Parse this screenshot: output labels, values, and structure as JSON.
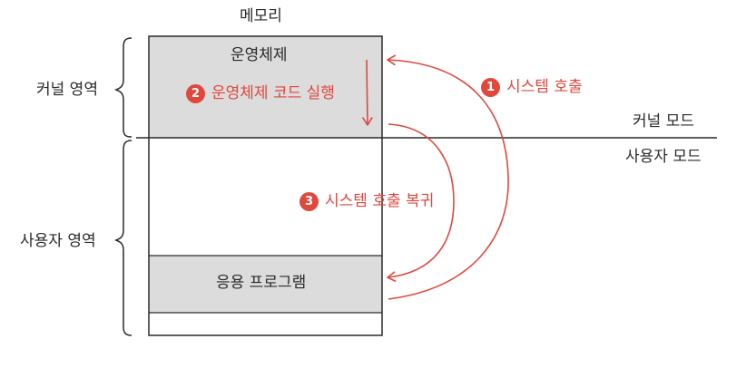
{
  "memory": {
    "title": "메모리",
    "os_block_label": "운영체제",
    "app_block_label": "응용 프로그램"
  },
  "regions": {
    "kernel_area": "커널 영역",
    "user_area": "사용자 영역"
  },
  "modes": {
    "kernel_mode": "커널 모드",
    "user_mode": "사용자 모드"
  },
  "steps": [
    {
      "number": "1",
      "label": "시스템 호출"
    },
    {
      "number": "2",
      "label": "운영체제 코드 실행"
    },
    {
      "number": "3",
      "label": "시스템 호출 복귀"
    }
  ],
  "colors": {
    "accent": "#e0483e",
    "block_fill": "#dcdcdc",
    "line": "#2a2a2a"
  }
}
